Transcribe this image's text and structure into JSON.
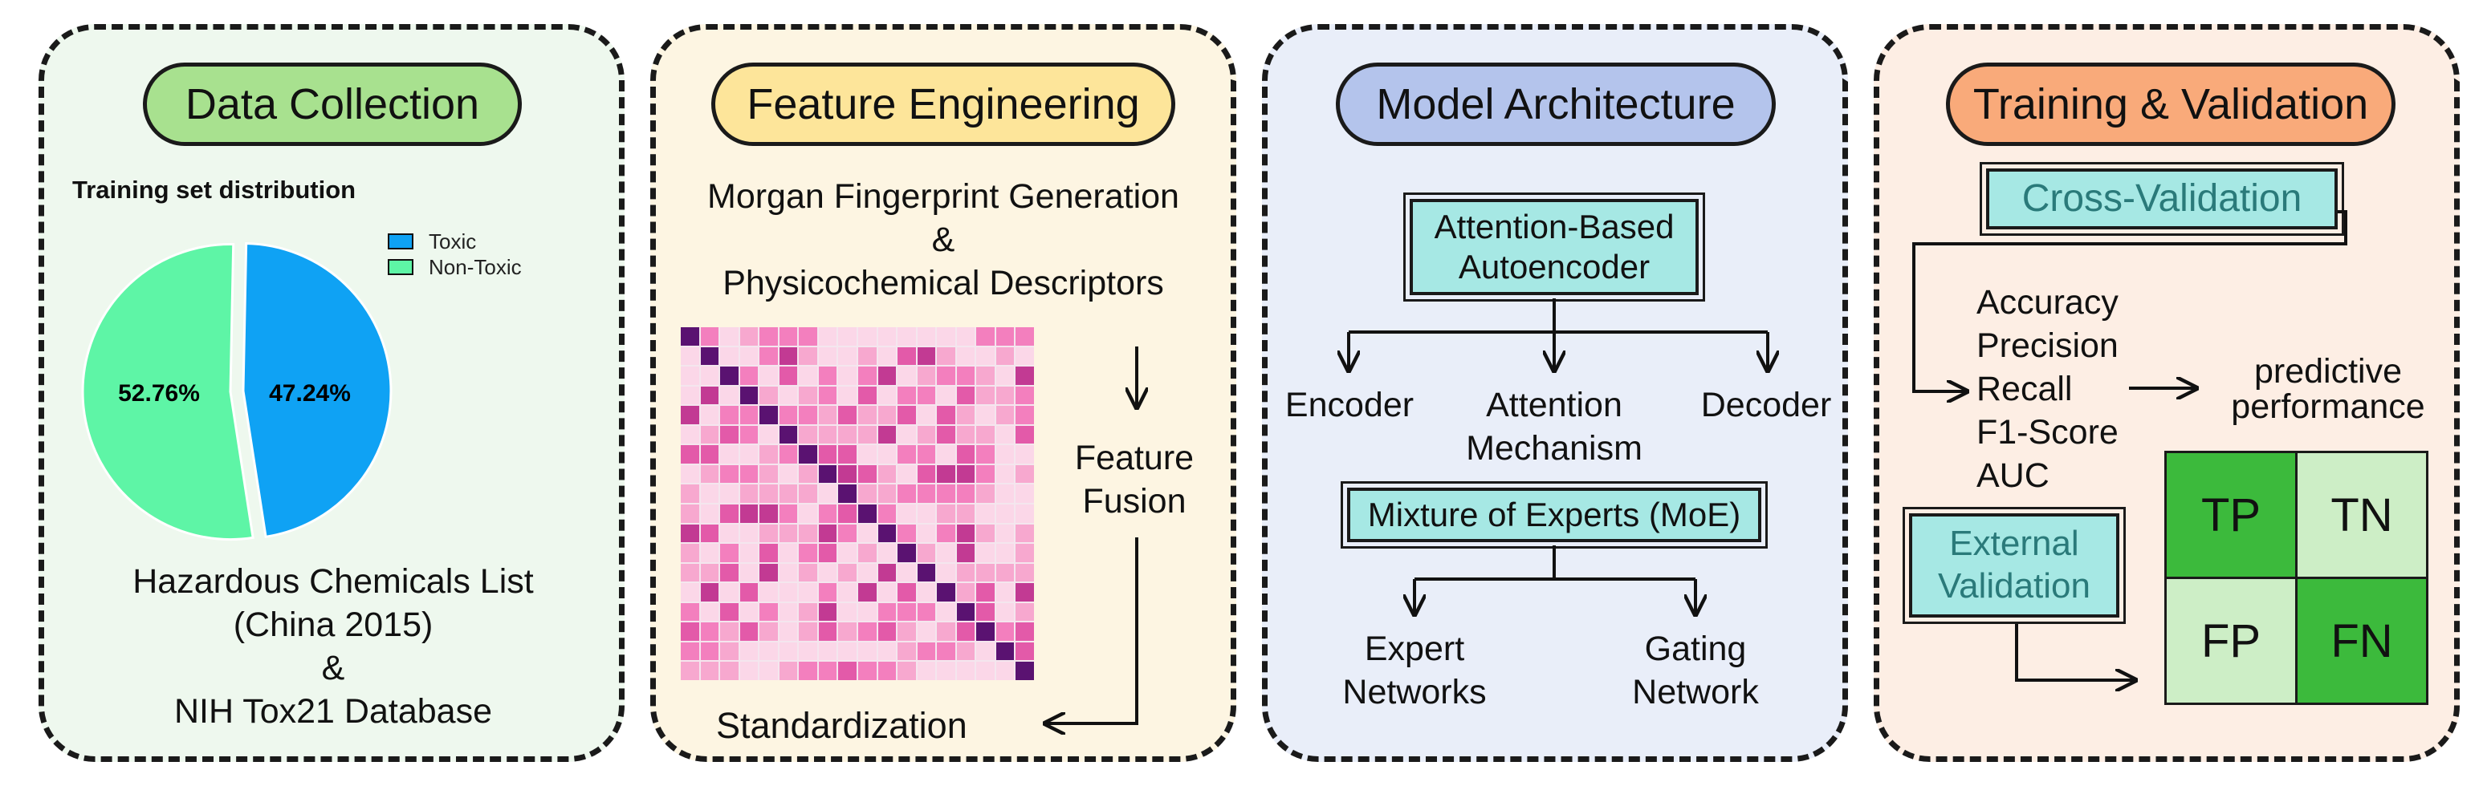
{
  "panels": {
    "data_collection": {
      "title": "Data Collection",
      "chart_title": "Training set distribution",
      "sources_line1": "Hazardous Chemicals List",
      "sources_line2": "(China 2015)",
      "sources_amp": "&",
      "sources_line3": "NIH Tox21 Database",
      "colors": {
        "panel_bg": "#eef8ee",
        "pill": "#a8e18f"
      }
    },
    "feature_engineering": {
      "title": "Feature Engineering",
      "line1": "Morgan Fingerprint Generation",
      "amp": "&",
      "line2": "Physicochemical Descriptors",
      "fusion_line1": "Feature",
      "fusion_line2": "Fusion",
      "standardization": "Standardization",
      "colors": {
        "panel_bg": "#fdf5e2",
        "pill": "#fde59a"
      }
    },
    "model_architecture": {
      "title": "Model Architecture",
      "autoencoder_line1": "Attention-Based",
      "autoencoder_line2": "Autoencoder",
      "encoder": "Encoder",
      "attention_line1": "Attention",
      "attention_line2": "Mechanism",
      "decoder": "Decoder",
      "moe": "Mixture of Experts (MoE)",
      "expert_line1": "Expert",
      "expert_line2": "Networks",
      "gating_line1": "Gating",
      "gating_line2": "Network",
      "colors": {
        "panel_bg": "#e9eef9",
        "pill": "#b4c4ec",
        "box": "#a6e8e4"
      }
    },
    "training_validation": {
      "title": "Training & Validation",
      "cross_validation": "Cross-Validation",
      "metrics": [
        "Accuracy",
        "Precision",
        "Recall",
        "F1-Score",
        "AUC"
      ],
      "predictive_line1": "predictive",
      "predictive_line2": "performance",
      "external_line1": "External",
      "external_line2": "Validation",
      "confusion": [
        "TP",
        "TN",
        "FP",
        "FN"
      ],
      "colors": {
        "panel_bg": "#fdeee4",
        "pill": "#f9aa7a",
        "cell_dark": "#3cba3c",
        "cell_light": "#cdeec6"
      }
    }
  },
  "chart_data": {
    "type": "pie",
    "title": "Training set distribution",
    "labels": [
      "Toxic",
      "Non-Toxic"
    ],
    "values": [
      47.24,
      52.76
    ],
    "value_labels": [
      "47.24%",
      "52.76%"
    ],
    "colors": [
      "#0fa2f4",
      "#5ef5a6"
    ],
    "legend_position": "top-right"
  }
}
